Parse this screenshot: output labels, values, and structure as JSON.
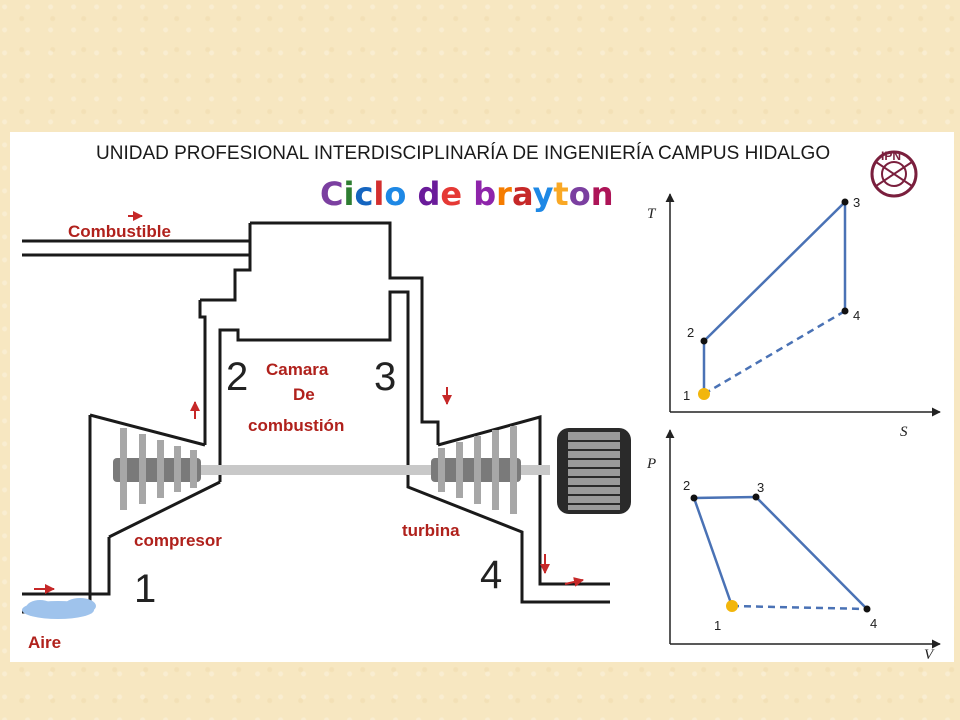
{
  "header": {
    "institution": "UNIDAD PROFESIONAL INTERDISCIPLINARÍA DE INGENIERÍA CAMPUS HIDALGO",
    "logo_text": "IPN"
  },
  "title": {
    "letters": [
      "C",
      "i",
      "c",
      "l",
      "o",
      " ",
      "d",
      "e",
      " ",
      "b",
      "r",
      "a",
      "y",
      "t",
      "o",
      "n"
    ],
    "colors": [
      "#7b3fa0",
      "#2e7d32",
      "#1565c0",
      "#d32f2f",
      "#1e88e5",
      "",
      "#6a1b9a",
      "#e53935",
      "",
      "#8e24aa",
      "#f57c00",
      "#c62828",
      "#1e88e5",
      "#f9a825",
      "#7b3fa0",
      "#ad1457"
    ]
  },
  "engine": {
    "fuel_label": "Combustible",
    "air_label": "Aire",
    "chamber_line1": "Camara",
    "chamber_line2": "De",
    "chamber_line3": "combustión",
    "compressor_label": "compresor",
    "turbine_label": "turbina",
    "stations": [
      "1",
      "2",
      "3",
      "4"
    ]
  },
  "charts": {
    "ts": {
      "x_axis": "S",
      "y_axis": "T",
      "points": [
        "1",
        "2",
        "3",
        "4"
      ]
    },
    "pv": {
      "x_axis": "V",
      "y_axis": "P",
      "points": [
        "1",
        "2",
        "3",
        "4"
      ]
    }
  },
  "colors": {
    "accent_red": "#b0211c",
    "curve_blue": "#4a72b5",
    "start_point": "#f2b60c",
    "shaft_gray": "#c8c8c8",
    "blade_gray": "#8a8a8a",
    "duct_black": "#1a1a1a"
  }
}
